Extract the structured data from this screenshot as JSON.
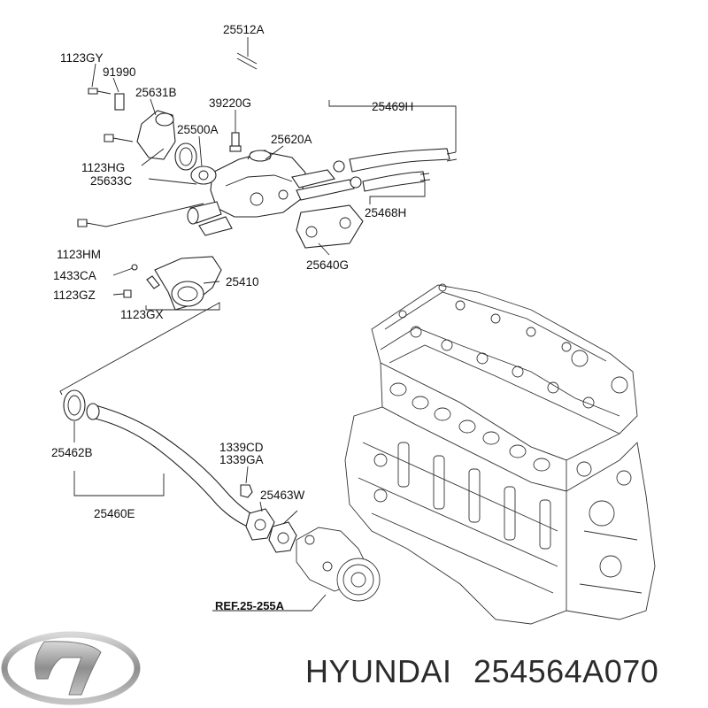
{
  "labels": {
    "p25512A": "25512A",
    "p1123GY": "1123GY",
    "p91990": "91990",
    "p25631B": "25631B",
    "p39220G": "39220G",
    "p25469H": "25469H",
    "p25500A": "25500A",
    "p25620A": "25620A",
    "p1123HG": "1123HG",
    "p25633C": "25633C",
    "p25468H": "25468H",
    "p1123HM": "1123HM",
    "p25640G": "25640G",
    "p1433CA": "1433CA",
    "p25410": "25410",
    "p1123GZ": "1123GZ",
    "p1123GX": "1123GX",
    "p25462B": "25462B",
    "p1339CD": "1339CD",
    "p1339GA": "1339GA",
    "p25463W": "25463W",
    "p25460E": "25460E",
    "ref": "REF.25-255A"
  },
  "caption": {
    "brand": "HYUNDAI",
    "part_number": "254564A070"
  },
  "logo": {
    "name": "hyundai-logo",
    "color": "#9a9a9a"
  }
}
